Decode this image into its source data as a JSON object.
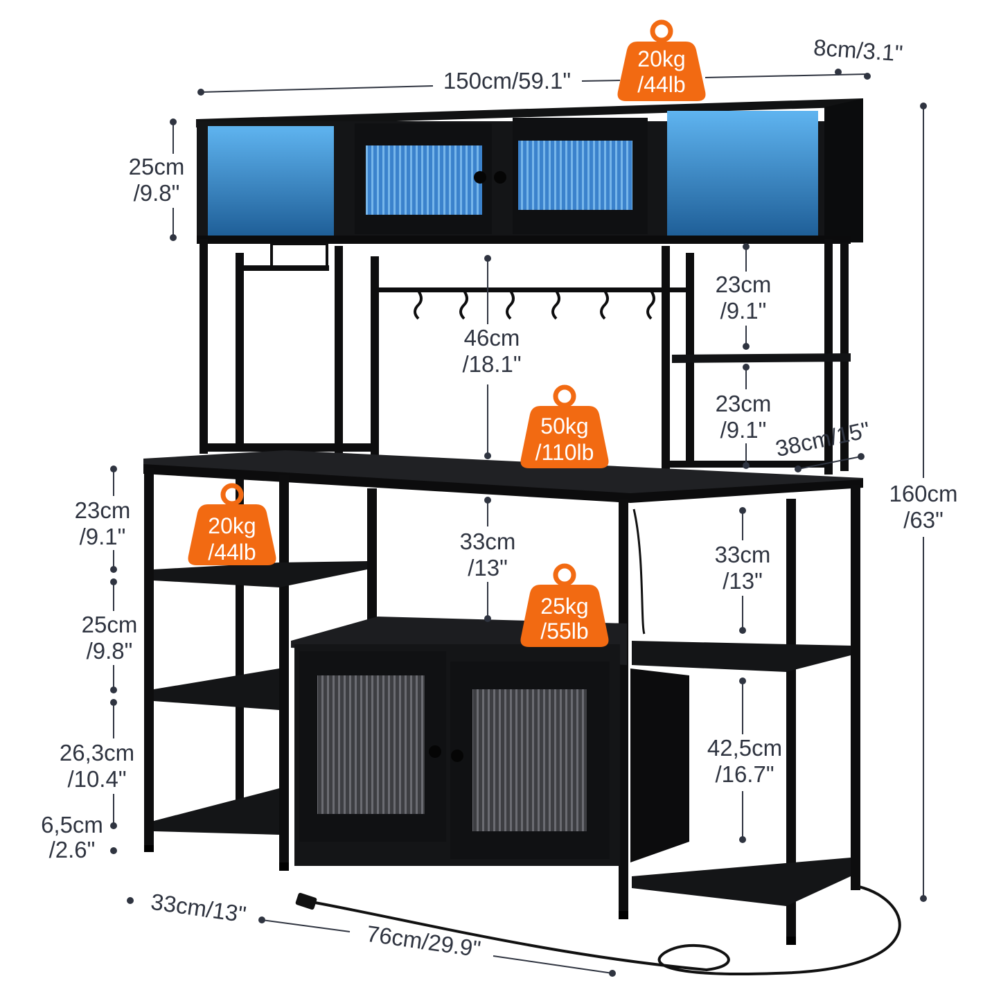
{
  "colors": {
    "weight_badge": "#f26a12",
    "frame": "#111213",
    "led_glow": "#3b8fd6",
    "dimension_line": "#2f3440"
  },
  "weights": {
    "top": {
      "kg": "20kg",
      "lb": "/44lb"
    },
    "counter": {
      "kg": "50kg",
      "lb": "/110lb"
    },
    "left_shelf": {
      "kg": "20kg",
      "lb": "/44lb"
    },
    "cabinet_top": {
      "kg": "25kg",
      "lb": "/55lb"
    }
  },
  "dimensions": {
    "total_width": "150cm/59.1\"",
    "top_depth": "8cm/3.1\"",
    "total_height": {
      "cm": "160cm",
      "in": "/63\""
    },
    "top_cabinet_height": {
      "cm": "25cm",
      "in": "/9.8\""
    },
    "hanging_space": {
      "cm": "46cm",
      "in": "/18.1\""
    },
    "right_upper_shelf_1": {
      "cm": "23cm",
      "in": "/9.1\""
    },
    "right_upper_shelf_2": {
      "cm": "23cm",
      "in": "/9.1\""
    },
    "counter_depth": "38cm/15\"",
    "left_shelf_1": {
      "cm": "23cm",
      "in": "/9.1\""
    },
    "left_shelf_2": {
      "cm": "25cm",
      "in": "/9.8\""
    },
    "left_shelf_3": {
      "cm": "26,3cm",
      "in": "/10.4\""
    },
    "left_leg": {
      "cm": "6,5cm",
      "in": "/2.6\""
    },
    "middle_open": {
      "cm": "33cm",
      "in": "/13\""
    },
    "right_open": {
      "cm": "33cm",
      "in": "/13\""
    },
    "right_bottom": {
      "cm": "42,5cm",
      "in": "/16.7\""
    },
    "bottom_depth": "33cm/13\"",
    "bottom_width": "76cm/29.9\""
  }
}
